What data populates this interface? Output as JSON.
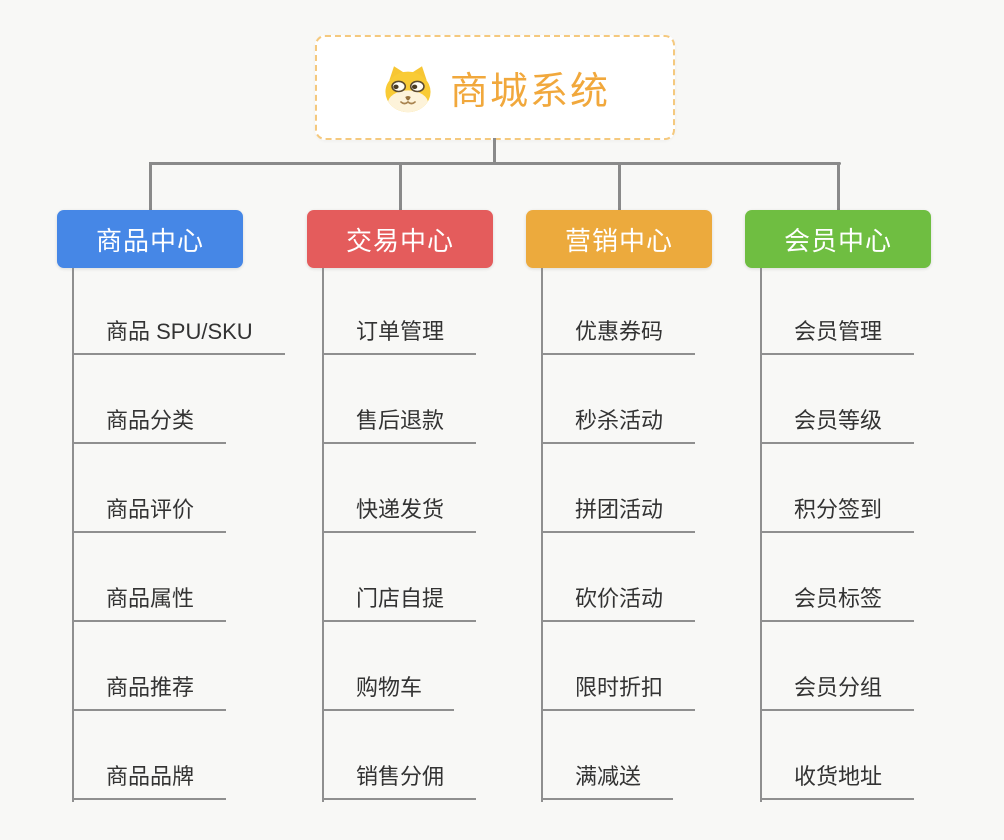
{
  "root": {
    "title": "商城系统",
    "icon": "dog-face-icon"
  },
  "branches": [
    {
      "label": "商品中心",
      "color": "#4687e6",
      "items": [
        "商品 SPU/SKU",
        "商品分类",
        "商品评价",
        "商品属性",
        "商品推荐",
        "商品品牌"
      ]
    },
    {
      "label": "交易中心",
      "color": "#e45c5c",
      "items": [
        "订单管理",
        "售后退款",
        "快递发货",
        "门店自提",
        "购物车",
        "销售分佣"
      ]
    },
    {
      "label": "营销中心",
      "color": "#ecaa3d",
      "items": [
        "优惠券码",
        "秒杀活动",
        "拼团活动",
        "砍价活动",
        "限时折扣",
        "满减送"
      ]
    },
    {
      "label": "会员中心",
      "color": "#6fbe41",
      "items": [
        "会员管理",
        "会员等级",
        "积分签到",
        "会员标签",
        "会员分组",
        "收货地址"
      ]
    }
  ],
  "colors": {
    "background": "#f8f8f6",
    "connector_line": "#8a8a8a",
    "underline": "#8f8f8f",
    "leaf_text": "#333333",
    "root_border": "#f5c97e",
    "root_title": "#f1a83c"
  }
}
